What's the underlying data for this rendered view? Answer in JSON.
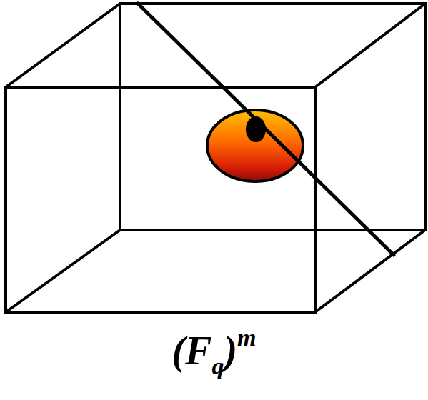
{
  "diagram": {
    "labels": [
      "(F",
      "q",
      ")",
      "m"
    ]
  }
}
